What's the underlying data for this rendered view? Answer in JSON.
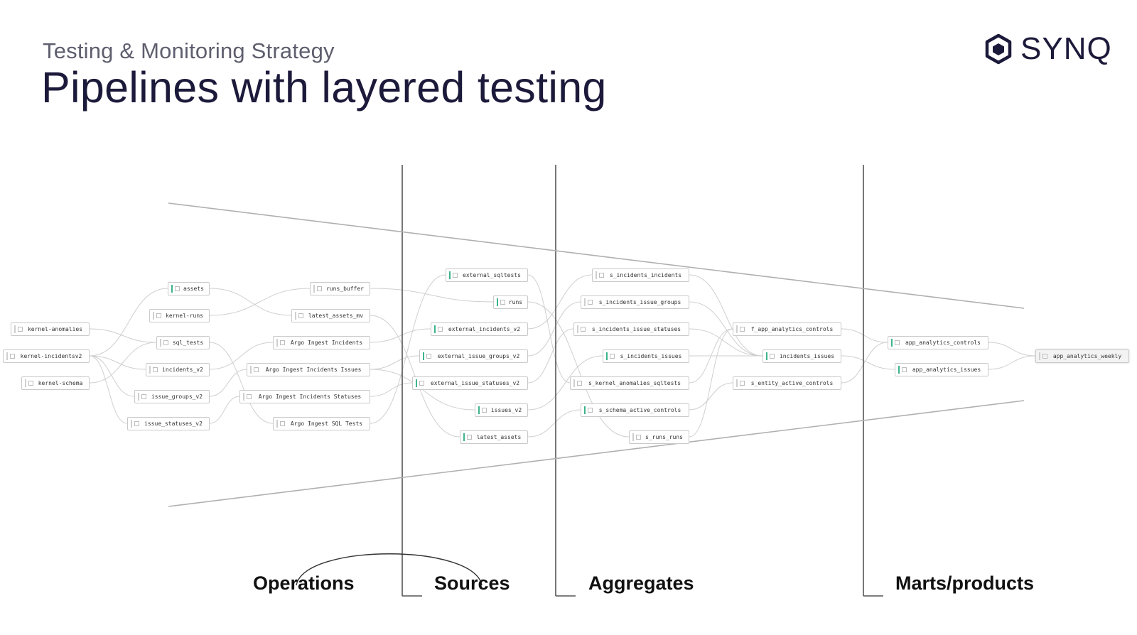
{
  "header": {
    "subtitle": "Testing & Monitoring Strategy",
    "title": "Pipelines with layered testing"
  },
  "logo": {
    "text": "SYNQ",
    "icon": "hexagon-icon"
  },
  "layers": [
    "Operations",
    "Sources",
    "Aggregates",
    "Marts/products"
  ],
  "nodes": [
    {
      "id": "kernel_anomalies",
      "label": "kernel-anomalies",
      "col": 0,
      "green": false
    },
    {
      "id": "kernel_incidentsv2",
      "label": "kernel-incidentsv2",
      "col": 0,
      "green": false
    },
    {
      "id": "kernel_schema",
      "label": "kernel-schema",
      "col": 0,
      "green": false
    },
    {
      "id": "assets",
      "label": "assets",
      "col": 1,
      "green": true
    },
    {
      "id": "kernel_runs",
      "label": "kernel-runs",
      "col": 1,
      "green": false
    },
    {
      "id": "sql_tests",
      "label": "sql_tests",
      "col": 1,
      "green": false
    },
    {
      "id": "incidents_v2",
      "label": "incidents_v2",
      "col": 1,
      "green": false
    },
    {
      "id": "issue_groups_v2",
      "label": "issue_groups_v2",
      "col": 1,
      "green": false
    },
    {
      "id": "issue_statuses_v2",
      "label": "issue_statuses_v2",
      "col": 1,
      "green": false
    },
    {
      "id": "runs_buffer",
      "label": "runs_buffer",
      "col": 2,
      "green": false
    },
    {
      "id": "latest_assets_mv",
      "label": "latest_assets_mv",
      "col": 2,
      "green": false
    },
    {
      "id": "argo_ingest_incidents",
      "label": "Argo Ingest Incidents",
      "col": 2,
      "green": false
    },
    {
      "id": "argo_ingest_incidents_issues",
      "label": "Argo Ingest Incidents Issues",
      "col": 2,
      "green": false
    },
    {
      "id": "argo_ingest_incidents_statuses",
      "label": "Argo Ingest Incidents Statuses",
      "col": 2,
      "green": false
    },
    {
      "id": "argo_ingest_sql_tests",
      "label": "Argo Ingest SQL Tests",
      "col": 2,
      "green": false
    },
    {
      "id": "external_sqltests",
      "label": "external_sqltests",
      "col": 3,
      "green": true
    },
    {
      "id": "runs",
      "label": "runs",
      "col": 3,
      "green": true
    },
    {
      "id": "external_incidents_v2",
      "label": "external_incidents_v2",
      "col": 3,
      "green": true
    },
    {
      "id": "external_issue_groups_v2",
      "label": "external_issue_groups_v2",
      "col": 3,
      "green": true
    },
    {
      "id": "external_issue_statuses_v2",
      "label": "external_issue_statuses_v2",
      "col": 3,
      "green": true
    },
    {
      "id": "issues_v2",
      "label": "issues_v2",
      "col": 3,
      "green": true
    },
    {
      "id": "latest_assets",
      "label": "latest_assets",
      "col": 3,
      "green": true
    },
    {
      "id": "s_incidents_incidents",
      "label": "s_incidents_incidents",
      "col": 4,
      "green": false
    },
    {
      "id": "s_incidents_issue_groups",
      "label": "s_incidents_issue_groups",
      "col": 4,
      "green": false
    },
    {
      "id": "s_incidents_issue_statuses",
      "label": "s_incidents_issue_statuses",
      "col": 4,
      "green": false
    },
    {
      "id": "s_incidents_issues",
      "label": "s_incidents_issues",
      "col": 4,
      "green": true
    },
    {
      "id": "s_kernel_anomalies_sqltests",
      "label": "s_kernel_anomalies_sqltests",
      "col": 4,
      "green": false
    },
    {
      "id": "s_schema_active_controls",
      "label": "s_schema_active_controls",
      "col": 4,
      "green": true
    },
    {
      "id": "s_runs_runs",
      "label": "s_runs_runs",
      "col": 4,
      "green": false
    },
    {
      "id": "f_app_analytics_controls",
      "label": "f_app_analytics_controls",
      "col": 5,
      "green": false
    },
    {
      "id": "incidents_issues",
      "label": "incidents_issues",
      "col": 5,
      "green": true
    },
    {
      "id": "s_entity_active_controls",
      "label": "s_entity_active_controls",
      "col": 5,
      "green": false
    },
    {
      "id": "app_analytics_controls",
      "label": "app_analytics_controls",
      "col": 6,
      "green": true
    },
    {
      "id": "app_analytics_issues",
      "label": "app_analytics_issues",
      "col": 6,
      "green": true
    },
    {
      "id": "app_analytics_weekly",
      "label": "app_analytics_weekly",
      "col": 7,
      "green": false
    }
  ],
  "edges": [
    [
      "kernel_anomalies",
      "sql_tests"
    ],
    [
      "kernel_incidentsv2",
      "incidents_v2"
    ],
    [
      "kernel_incidentsv2",
      "issue_groups_v2"
    ],
    [
      "kernel_incidentsv2",
      "issue_statuses_v2"
    ],
    [
      "kernel_incidentsv2",
      "assets"
    ],
    [
      "kernel_schema",
      "sql_tests"
    ],
    [
      "assets",
      "latest_assets_mv"
    ],
    [
      "kernel_runs",
      "runs_buffer"
    ],
    [
      "sql_tests",
      "argo_ingest_sql_tests"
    ],
    [
      "incidents_v2",
      "argo_ingest_incidents"
    ],
    [
      "issue_groups_v2",
      "argo_ingest_incidents_issues"
    ],
    [
      "issue_statuses_v2",
      "argo_ingest_incidents_statuses"
    ],
    [
      "runs_buffer",
      "runs"
    ],
    [
      "latest_assets_mv",
      "latest_assets"
    ],
    [
      "argo_ingest_incidents",
      "external_incidents_v2"
    ],
    [
      "argo_ingest_incidents_issues",
      "external_issue_groups_v2"
    ],
    [
      "argo_ingest_incidents_statuses",
      "external_issue_statuses_v2"
    ],
    [
      "argo_ingest_sql_tests",
      "external_sqltests"
    ],
    [
      "argo_ingest_incidents_issues",
      "issues_v2"
    ],
    [
      "external_sqltests",
      "s_kernel_anomalies_sqltests"
    ],
    [
      "runs",
      "s_runs_runs"
    ],
    [
      "external_incidents_v2",
      "s_incidents_incidents"
    ],
    [
      "external_issue_groups_v2",
      "s_incidents_issue_groups"
    ],
    [
      "external_issue_statuses_v2",
      "s_incidents_issue_statuses"
    ],
    [
      "issues_v2",
      "s_incidents_issues"
    ],
    [
      "latest_assets",
      "s_schema_active_controls"
    ],
    [
      "s_incidents_incidents",
      "incidents_issues"
    ],
    [
      "s_incidents_issue_groups",
      "incidents_issues"
    ],
    [
      "s_incidents_issue_statuses",
      "incidents_issues"
    ],
    [
      "s_incidents_issues",
      "incidents_issues"
    ],
    [
      "s_kernel_anomalies_sqltests",
      "f_app_analytics_controls"
    ],
    [
      "s_schema_active_controls",
      "s_entity_active_controls"
    ],
    [
      "s_runs_runs",
      "f_app_analytics_controls"
    ],
    [
      "f_app_analytics_controls",
      "app_analytics_controls"
    ],
    [
      "incidents_issues",
      "app_analytics_issues"
    ],
    [
      "s_entity_active_controls",
      "app_analytics_controls"
    ],
    [
      "app_analytics_controls",
      "app_analytics_weekly"
    ],
    [
      "app_analytics_issues",
      "app_analytics_weekly"
    ]
  ]
}
